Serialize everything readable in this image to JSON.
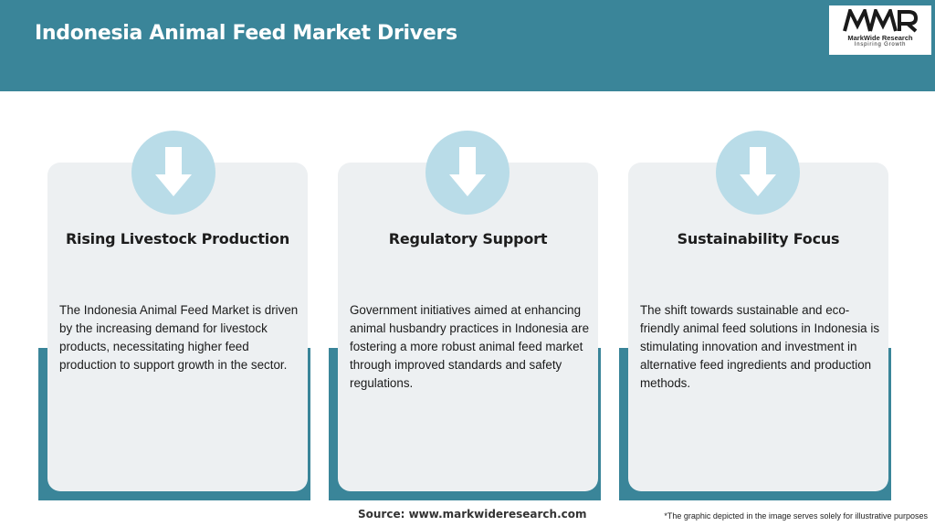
{
  "header": {
    "title": "Indonesia Animal Feed Market Drivers",
    "logo": {
      "mark": "MWR",
      "name": "MarkWide Research",
      "tagline": "Inspiring Growth"
    }
  },
  "cards": [
    {
      "icon": "arrow-down-icon",
      "title": "Rising Livestock Production",
      "text": "The Indonesia Animal Feed Market is driven by the increasing demand for livestock products, necessitating higher feed production to support growth in the sector."
    },
    {
      "icon": "arrow-down-icon",
      "title": "Regulatory Support",
      "text": "Government initiatives aimed at enhancing animal husbandry practices in Indonesia are fostering a more robust animal feed market through improved standards and safety regulations."
    },
    {
      "icon": "arrow-down-icon",
      "title": "Sustainability Focus",
      "text": "The shift towards sustainable and eco-friendly animal feed solutions in Indonesia is stimulating innovation and investment in alternative feed ingredients and production methods."
    }
  ],
  "footer": {
    "source": "Source: www.markwideresearch.com",
    "disclaimer": "*The graphic depicted in the image serves solely for illustrative purposes"
  },
  "colors": {
    "header": "#3a8599",
    "card": "#edf0f2",
    "icon_circle": "#b9dce8",
    "accent": "#3a8599"
  }
}
